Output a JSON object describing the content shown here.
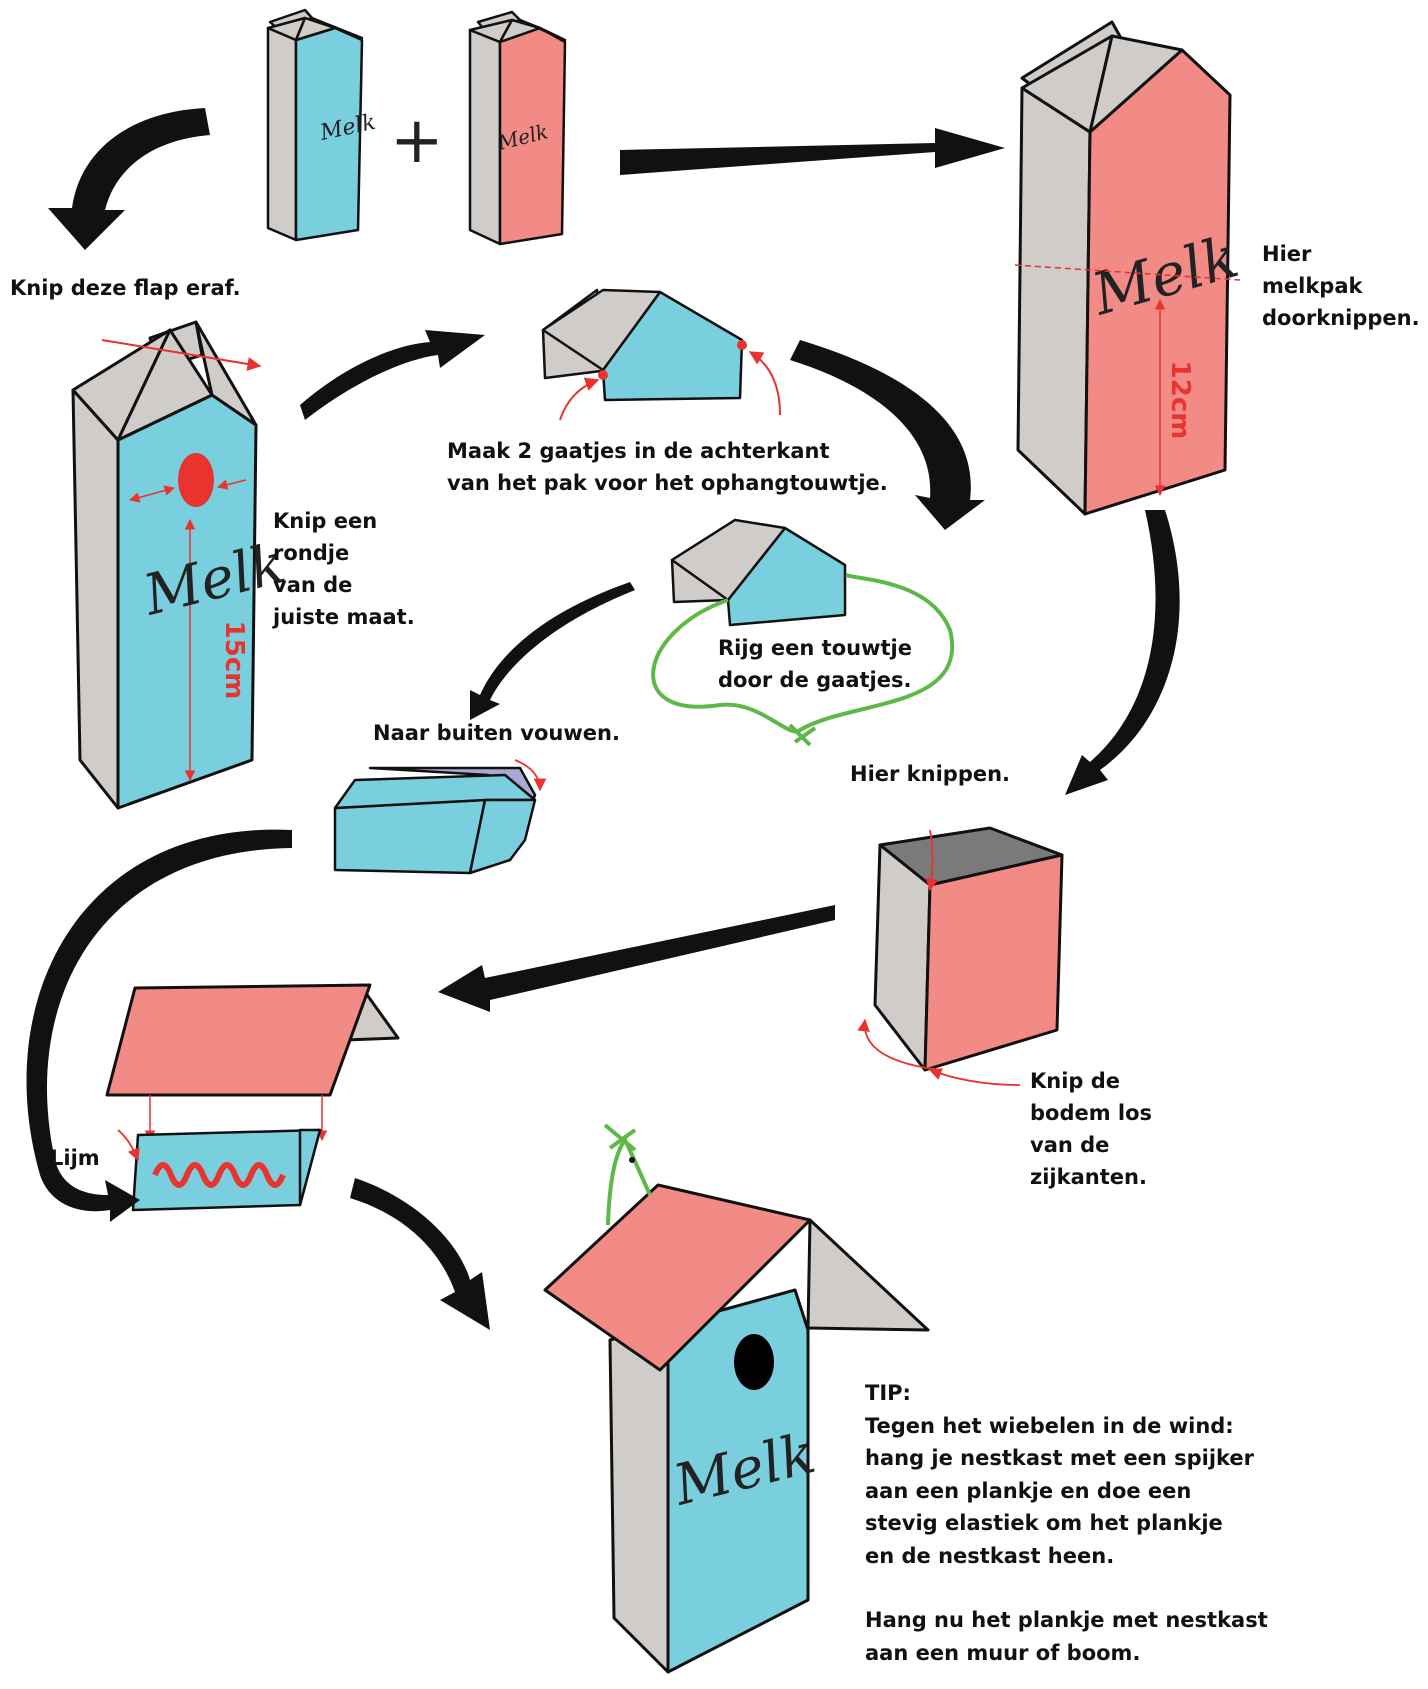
{
  "colors": {
    "blue": "#7ACFDF",
    "pink": "#F28A86",
    "grey": "#CFCCCA",
    "red": "#E8332F",
    "green": "#5DB847",
    "lavender": "#A9A9D4",
    "outline": "#111111"
  },
  "carton_brand": "Melk",
  "plus_sign": "+",
  "labels": {
    "cut_flap": "Knip deze flap eraf.",
    "cut_pink_line1": "Hier",
    "cut_pink_line2": "melkpak",
    "cut_pink_line3": "doorknippen.",
    "holes_line1": "Maak 2 gaatjes in de achterkant",
    "holes_line2": "van het pak voor het ophangtouwtje.",
    "circle_line1": "Knip een",
    "circle_line2": "rondje",
    "circle_line3": "van de",
    "circle_line4": "juiste maat.",
    "string_line1": "Rijg een touwtje",
    "string_line2": "door de gaatjes.",
    "fold_out": "Naar buiten vouwen.",
    "cut_here": "Hier knippen.",
    "bottom_line1": "Knip de",
    "bottom_line2": "bodem los",
    "bottom_line3": "van de",
    "bottom_line4": "zijkanten.",
    "glue": "Lijm"
  },
  "measurements": {
    "blue_height": "15cm",
    "pink_height": "12cm"
  },
  "tip": {
    "title": "TIP:",
    "line1": "Tegen het wiebelen in de wind:",
    "line2": "hang je nestkast met een spijker",
    "line3": "aan een plankje en doe een",
    "line4": "stevig elastiek om het plankje",
    "line5": "en de nestkast heen.",
    "line6": "Hang nu het plankje met nestkast",
    "line7": "aan een muur of boom."
  }
}
